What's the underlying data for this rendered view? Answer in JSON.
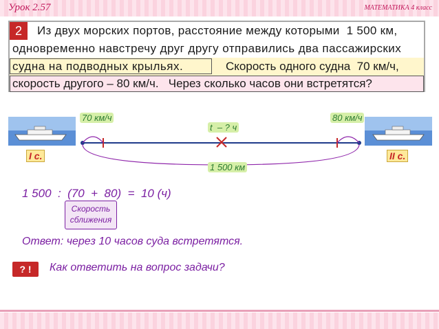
{
  "header": {
    "lesson": "Урок 2.57",
    "subject": "МАТЕМАТИКА  4 класс"
  },
  "problem": {
    "number": "2",
    "line1": "Из двух морских портов, расстояние между которыми  1 500 км,",
    "line2": "одновременно навстречу друг другу отправились два пассажирских",
    "line3a": "судна на подводных крыльях.",
    "line3b": "Скорость одного судна  70 км/ч,",
    "line4": "скорость другого – 80 км/ч.   Через сколько часов они встретятся?"
  },
  "diagram": {
    "speed_left": "70 км/ч",
    "speed_right": "80 км/ч",
    "time_label": "t  – ? ч",
    "distance": "1 500 км",
    "ship_left": "I с.",
    "ship_right": "II с."
  },
  "solution": {
    "expression": "1 500  :  (70  +  80)  =  10 (ч)",
    "note_line1": "Скорость",
    "note_line2": "сближения"
  },
  "answer": "Ответ: через 10 часов суда встретятся.",
  "prompt": {
    "icon_text": "? !",
    "question": "Как ответить на вопрос задачи?"
  },
  "colors": {
    "accent": "#c2185b",
    "solution": "#7b1fa2",
    "highlight": "#fff6cc"
  }
}
